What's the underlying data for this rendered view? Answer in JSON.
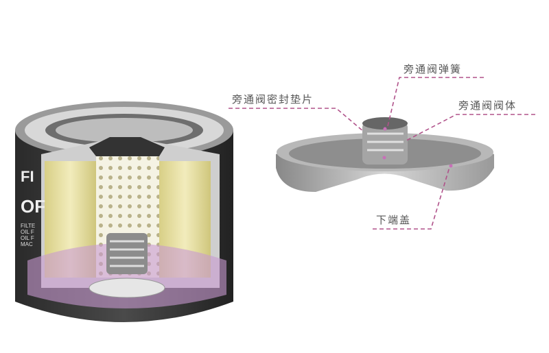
{
  "labels": {
    "seal_gasket": "旁通阀密封垫片",
    "spring": "旁通阀弹簧",
    "valve_body": "旁通阀阀体",
    "bottom_cover": "下端盖"
  },
  "filter_print": {
    "brand": "FI",
    "model": "OF",
    "lines": [
      "FILTE",
      "OIL F",
      "OIL F",
      "MAC"
    ]
  },
  "colors": {
    "leader": "#b0528a",
    "label_text": "#555555",
    "filter_media": "#e8e0a0",
    "highlight": "#c89ad0"
  }
}
